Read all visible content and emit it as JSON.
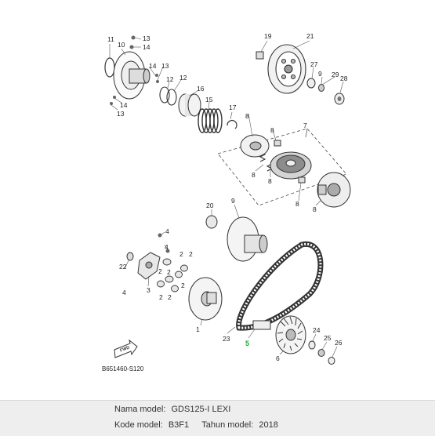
{
  "diagram": {
    "callouts": [
      "1",
      "2",
      "3",
      "4",
      "5",
      "6",
      "7",
      "8",
      "9",
      "10",
      "11",
      "12",
      "13",
      "14",
      "15",
      "16",
      "17",
      "19",
      "20",
      "21",
      "22",
      "23",
      "24",
      "25",
      "26",
      "27",
      "28",
      "29"
    ],
    "highlight_callout": "5",
    "highlight_color": "#1faa3a",
    "drawing_code": "B651460-S120",
    "direction_badge": "FWD"
  },
  "footer": {
    "model_name_label": "Nama model:",
    "model_name": "GDS125-I LEXI",
    "model_code_label": "Kode model:",
    "model_code": "B3F1",
    "year_label": "Tahun model:",
    "year": "2018"
  }
}
